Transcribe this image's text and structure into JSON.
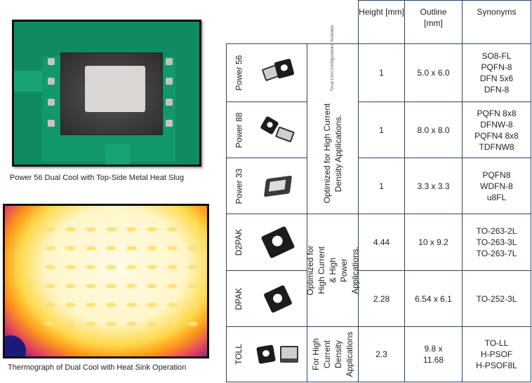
{
  "left": {
    "photo_caption": "Power 56 Dual Cool with Top-Side Metal Heat Slug",
    "thermo_caption": "Thermograph of Dual Cool with Heat Sink Operation"
  },
  "table": {
    "headers": {
      "height": "Height [mm]",
      "outline": "Outline [mm]",
      "synonyms": "Synonyms"
    },
    "groups": [
      {
        "text": "Optimized for High Current Density Applications.",
        "note": "*Dual Cool Configurations Available."
      },
      {
        "text": "Optimized for High Current & High Power Applications."
      },
      {
        "text": "For High Current Density Applications"
      }
    ],
    "rows": [
      {
        "name": "Power 56",
        "height": "1",
        "outline": "5.0 x 6.0",
        "synonyms": [
          "SO8-FL",
          "PQFN-8",
          "DFN 5x6",
          "DFN-8"
        ]
      },
      {
        "name": "Power 88",
        "height": "1",
        "outline": "8.0 x 8.0",
        "synonyms": [
          "PQFN 8x8",
          "DFNW-8",
          "PQFN4 8x8",
          "TDFNW8"
        ]
      },
      {
        "name": "Power 33",
        "height": "1",
        "outline": "3.3 x 3.3",
        "synonyms": [
          "PQFN8",
          "WDFN-8",
          "u8FL"
        ]
      },
      {
        "name": "D2PAK",
        "height": "4.44",
        "outline": "10 x 9.2",
        "synonyms": [
          "TO-263-2L",
          "TO-263-3L",
          "TO-263-7L"
        ]
      },
      {
        "name": "DPAK",
        "height": "2.28",
        "outline": "6.54 x 6.1",
        "synonyms": [
          "TO-252-3L"
        ]
      },
      {
        "name": "TOLL",
        "height": "2.3",
        "outline": "9.8 x 11.68",
        "synonyms": [
          "TO-LL",
          "H-PSOF",
          "H-PSOF8L"
        ]
      }
    ]
  }
}
